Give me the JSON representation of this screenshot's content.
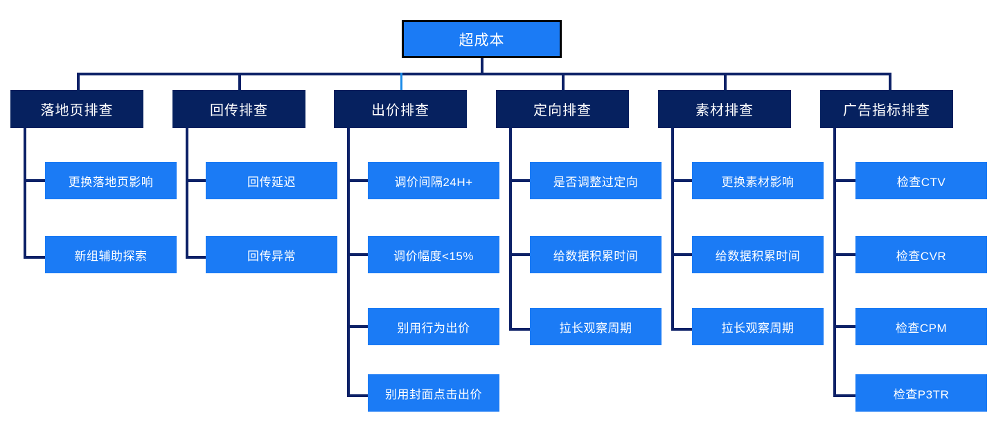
{
  "diagram": {
    "title_node": {
      "label": "超成本"
    },
    "branches": [
      {
        "label": "落地页排查",
        "children": [
          {
            "label": "更换落地页影响"
          },
          {
            "label": "新组辅助探索"
          }
        ]
      },
      {
        "label": "回传排查",
        "children": [
          {
            "label": "回传延迟"
          },
          {
            "label": "回传异常"
          }
        ]
      },
      {
        "label": "出价排查",
        "children": [
          {
            "label": "调价间隔24H+"
          },
          {
            "label": "调价幅度<15%"
          },
          {
            "label": "别用行为出价"
          },
          {
            "label": "别用封面点击出价"
          }
        ]
      },
      {
        "label": "定向排查",
        "children": [
          {
            "label": "是否调整过定向"
          },
          {
            "label": "给数据积累时间"
          },
          {
            "label": "拉长观察周期"
          }
        ]
      },
      {
        "label": "素材排查",
        "children": [
          {
            "label": "更换素材影响"
          },
          {
            "label": "给数据积累时间"
          },
          {
            "label": "拉长观察周期"
          }
        ]
      },
      {
        "label": "广告指标排查",
        "children": [
          {
            "label": "检查CTV"
          },
          {
            "label": "检查CVR"
          },
          {
            "label": "检查CPM"
          },
          {
            "label": "检查P3TR"
          }
        ]
      }
    ]
  },
  "colors": {
    "root_fill": "#1B7BF5",
    "root_border": "#000000",
    "branch_fill": "#06215F",
    "leaf_fill": "#1B7BF5",
    "connector": "#0D2167",
    "connector_accent": "#1B8BE8",
    "text": "#FFFFFF",
    "background": "#FFFFFF"
  }
}
